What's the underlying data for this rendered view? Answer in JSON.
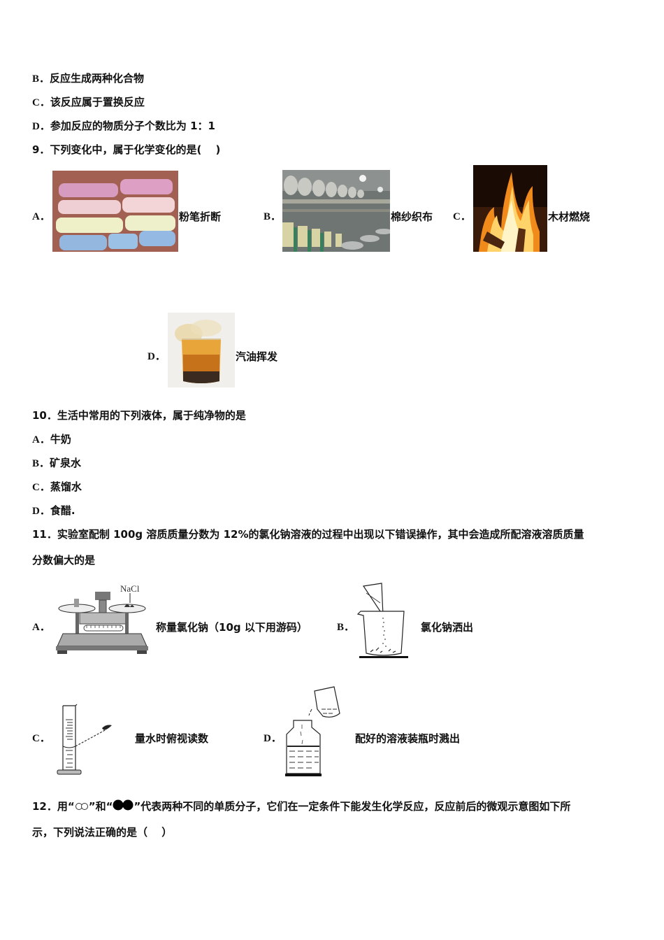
{
  "q8_tail": {
    "options": [
      {
        "letter": "B．",
        "text": "反应生成两种化合物"
      },
      {
        "letter": "C．",
        "text": "该反应属于置换反应"
      },
      {
        "letter": "D．",
        "text": "参加反应的物质分子个数比为 1：1"
      }
    ]
  },
  "q9": {
    "stem": "9．下列变化中，属于化学变化的是(　 )",
    "options": [
      {
        "letter": "A．",
        "caption": "粉笔折断",
        "image": "broken-chalk-photo"
      },
      {
        "letter": "B．",
        "caption": "棉纱织布",
        "image": "cotton-spinning-machine-photo"
      },
      {
        "letter": "C．",
        "caption": "木材燃烧",
        "image": "burning-wood-photo"
      },
      {
        "letter": "D．",
        "caption": "汽油挥发",
        "image": "gasoline-beaker-photo"
      }
    ]
  },
  "q10": {
    "stem": "10．生活中常用的下列液体，属于纯净物的是",
    "options": [
      {
        "letter": "A．",
        "text": "牛奶"
      },
      {
        "letter": "B．",
        "text": "矿泉水"
      },
      {
        "letter": "C．",
        "text": "蒸馏水"
      },
      {
        "letter": "D．",
        "text": "食醋."
      }
    ]
  },
  "q11": {
    "stem_line1": "11．实验室配制 100g 溶质质量分数为 12%的氯化钠溶液的过程中出现以下错误操作，其中会造成所配溶液溶质质量",
    "stem_line2": "分数偏大的是",
    "options": [
      {
        "letter": "A．",
        "caption": "称量氯化钠（10g 以下用游码）",
        "image": "balance-scale-diagram",
        "image_label": "NaCl"
      },
      {
        "letter": "B．",
        "caption": "氯化钠洒出",
        "image": "pouring-nacl-into-beaker-diagram"
      },
      {
        "letter": "C．",
        "caption": "量水时俯视读数",
        "image": "graduated-cylinder-reading-diagram"
      },
      {
        "letter": "D．",
        "caption": "配好的溶液装瓶时溅出",
        "image": "pouring-solution-into-bottle-diagram"
      }
    ]
  },
  "q12": {
    "stem_line1_pre": "12．用“",
    "stem_line1_mid": "”和“",
    "stem_line1_post": "”代表两种不同的单质分子，它们在一定条件下能发生化学反应，反应前后的微观示意图如下所",
    "stem_line2": "示，下列说法正确的是（　 ）",
    "symbols": [
      "white-diatomic-molecule-icon",
      "black-diatomic-molecule-icon"
    ]
  }
}
